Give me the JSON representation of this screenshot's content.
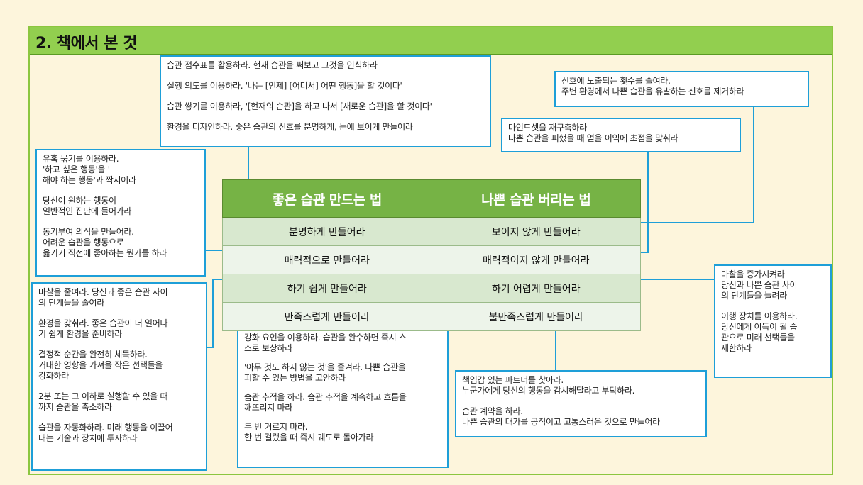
{
  "header": {
    "title": "2. 책에서 본 것"
  },
  "table": {
    "headers": [
      "좋은 습관 만드는 법",
      "나쁜 습관 버리는 법"
    ],
    "rows": [
      [
        "분명하게 만들어라",
        "보이지 않게 만들어라"
      ],
      [
        "매력적으로 만들어라",
        "매력적이지 않게 만들어라"
      ],
      [
        "하기 쉽게 만들어라",
        "하기 어렵게 만들어라"
      ],
      [
        "만족스럽게 만들어라",
        "불만족스럽게 만들어라"
      ]
    ]
  },
  "boxes": {
    "top_center": [
      "습관 점수표를 활용하라. 현재 습관을 써보고 그것을 인식하라",
      "실행 의도를 이용하라. '나는 [언제] [어디서] 어떤 행동]을 할 것이다'",
      "습관 쌓기를 이용하라, '[현재의 습관]을 하고 나서 [새로운 습관]을 할 것이다'",
      "환경을 디자인하라. 좋은 습관의 신호를 분명하게, 눈에 보이게 만들어라"
    ],
    "top_right": [
      "신호에 노출되는 횟수를 줄여라.\n주변 환경에서 나쁜 습관을 유발하는 신호를 제거하라"
    ],
    "mid_right": [
      "마인드셋을 재구축하라\n나쁜 습관을 피했을 때 얻을 이익에 초점을 맞춰라"
    ],
    "left_top": [
      "유혹 묶기를 이용하라.\n'하고 싶은 행동'을 '\n해야 하는 행동'과 짝지어라",
      "당신이 원하는 행동이\n일반적인 집단에 들어가라",
      "동기부여 의식을 만들어라.\n어려운 습관을 행동으로\n옮기기 직전에 좋아하는 뭔가를 하라"
    ],
    "left_bottom": [
      "마찰을 줄여라. 당신과 좋은 습관 사이\n의 단계들을 줄여라",
      "환경을 갖춰라. 좋은 습관이 더 일어나\n기 쉽게 환경을 준비하라",
      "결정적 순간을 완전히 체득하라.\n거대한 영향을 가져올 작은 선택들을\n강화하라",
      "2분 또는 그 이하로 실행할 수 있을 때\n까지 습관을 축소하라",
      "습관을 자동화하라. 미래 행동을 이끌어\n내는 기술과 장치에 투자하라"
    ],
    "bottom_center": [
      "강화 요인을 이용하라. 습관을 완수하면 즉시 스\n스로 보상하라",
      "'아무 것도 하지 않는 것'을 즐겨라. 나쁜 습관을\n피할 수 있는 방법을 고안하라",
      "습관 추적을 하라. 습관 추적을 계속하고 흐름을\n깨뜨리지 마라",
      "두 번 거르지 마라.\n한 번 걸렀을 때 즉시 궤도로 돌아가라"
    ],
    "bottom_right_mid": [
      "책임감 있는 파트너를 찾아라.\n누군가에게 당신의 행동을 감시해달라고 부탁하라.",
      "습관 계약을 하라.\n나쁜 습관의 대가를 공적이고 고통스러운 것으로 만들어라"
    ],
    "far_right": [
      "마찰을 증가시켜라\n당신과 나쁜 습관 사이\n의 단계들을 늘려라",
      "이행 장치를 이용하라.\n당신에게 이득이 될 습\n관으로 미래 선택들을\n제한하라"
    ]
  },
  "colors": {
    "accent_green": "#92cf4f",
    "header_green": "#76b345",
    "box_border": "#1e9fd8",
    "background": "#fdf5dc"
  }
}
